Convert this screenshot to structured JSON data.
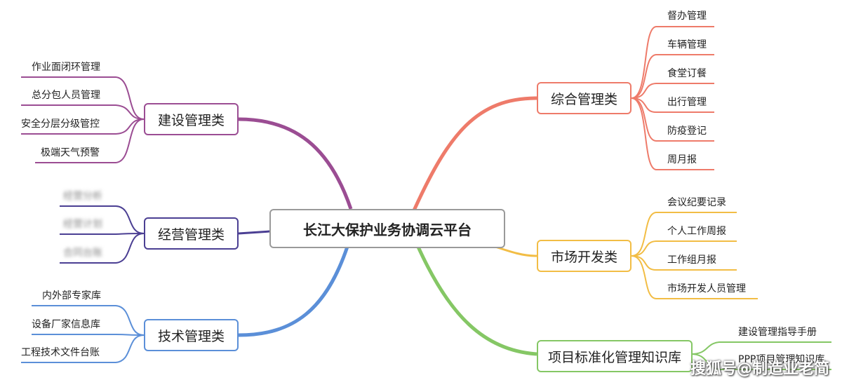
{
  "center": {
    "label": "长江大保护业务协调云平台"
  },
  "branches": {
    "zonghe": {
      "label": "综合管理类",
      "color": "#ee7b6a",
      "items": [
        "督办管理",
        "车辆管理",
        "食堂订餐",
        "出行管理",
        "防疫登记",
        "周月报"
      ]
    },
    "shichang": {
      "label": "市场开发类",
      "color": "#f2bd45",
      "items": [
        "会议纪要记录",
        "个人工作周报",
        "工作组月报",
        "市场开发人员管理"
      ]
    },
    "xiangmu": {
      "label": "项目标准化管理知识库",
      "color": "#85c765",
      "items": [
        "建设管理指导手册",
        "PPP项目管理知识库"
      ]
    },
    "jianshe": {
      "label": "建设管理类",
      "color": "#9b4d93",
      "items": [
        "作业面闭环管理",
        "总分包人员管理",
        "安全分层分级管控",
        "极端天气预警"
      ]
    },
    "jingying": {
      "label": "经营管理类",
      "color": "#4b3f93",
      "items": [
        "经营分析",
        "经营计划",
        "合同台账"
      ]
    },
    "jishu": {
      "label": "技术管理类",
      "color": "#5b8fd8",
      "items": [
        "内外部专家库",
        "设备厂家信息库",
        "工程技术文件台账"
      ]
    }
  },
  "watermark": "搜狐号@制造业老简"
}
